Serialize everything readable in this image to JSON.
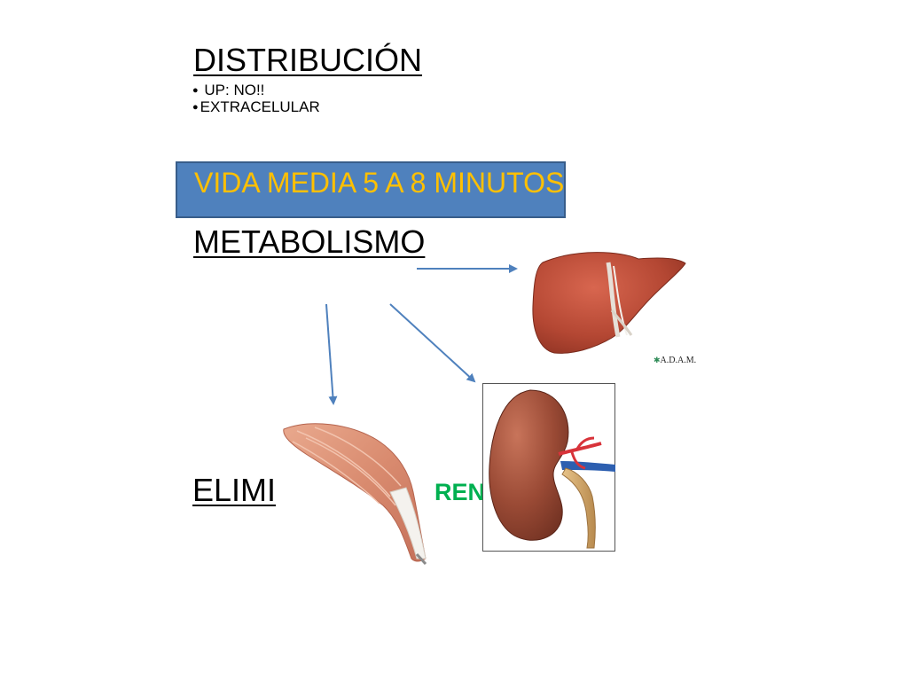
{
  "distribucion": {
    "title": "DISTRIBUCIÓN",
    "bullets": [
      {
        "dot": "●",
        "text": " UP: NO!!"
      },
      {
        "dot": "●",
        "text": "EXTRACELULAR"
      }
    ]
  },
  "vida_media": "VIDA MEDIA 5 A 8 MINUTOS",
  "metabolismo": "METABOLISMO",
  "eliminacion": {
    "visible_start": "ELIMI",
    "renal_fragment": "REN"
  },
  "images": {
    "liver_credit": "A.D.A.M.",
    "credit_icon": "star-icon"
  },
  "colors": {
    "box_fill": "#4f81bd",
    "box_border": "#385d8a",
    "vida_media_text": "#ffc000",
    "renal_text": "#00b050",
    "arrow": "#4f81bd"
  }
}
